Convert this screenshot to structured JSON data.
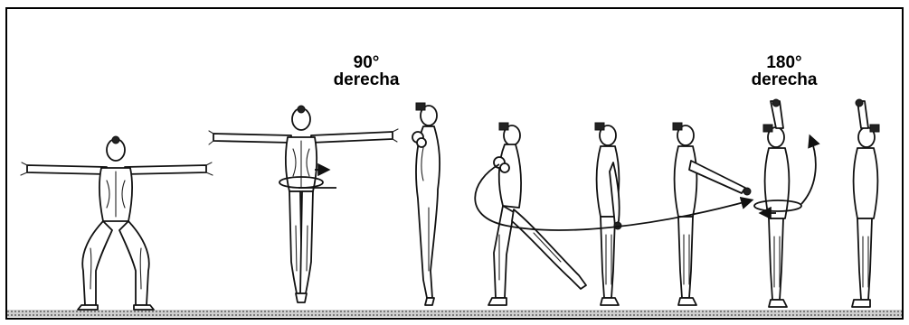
{
  "labels": {
    "turn_90": {
      "line1": "90°",
      "line2": "derecha"
    },
    "turn_180": {
      "line1": "180°",
      "line2": "derecha"
    }
  },
  "colors": {
    "outline": "#111111",
    "figure_fill": "#ffffff",
    "floor": "#9a9a9a",
    "frame": "#000000"
  }
}
